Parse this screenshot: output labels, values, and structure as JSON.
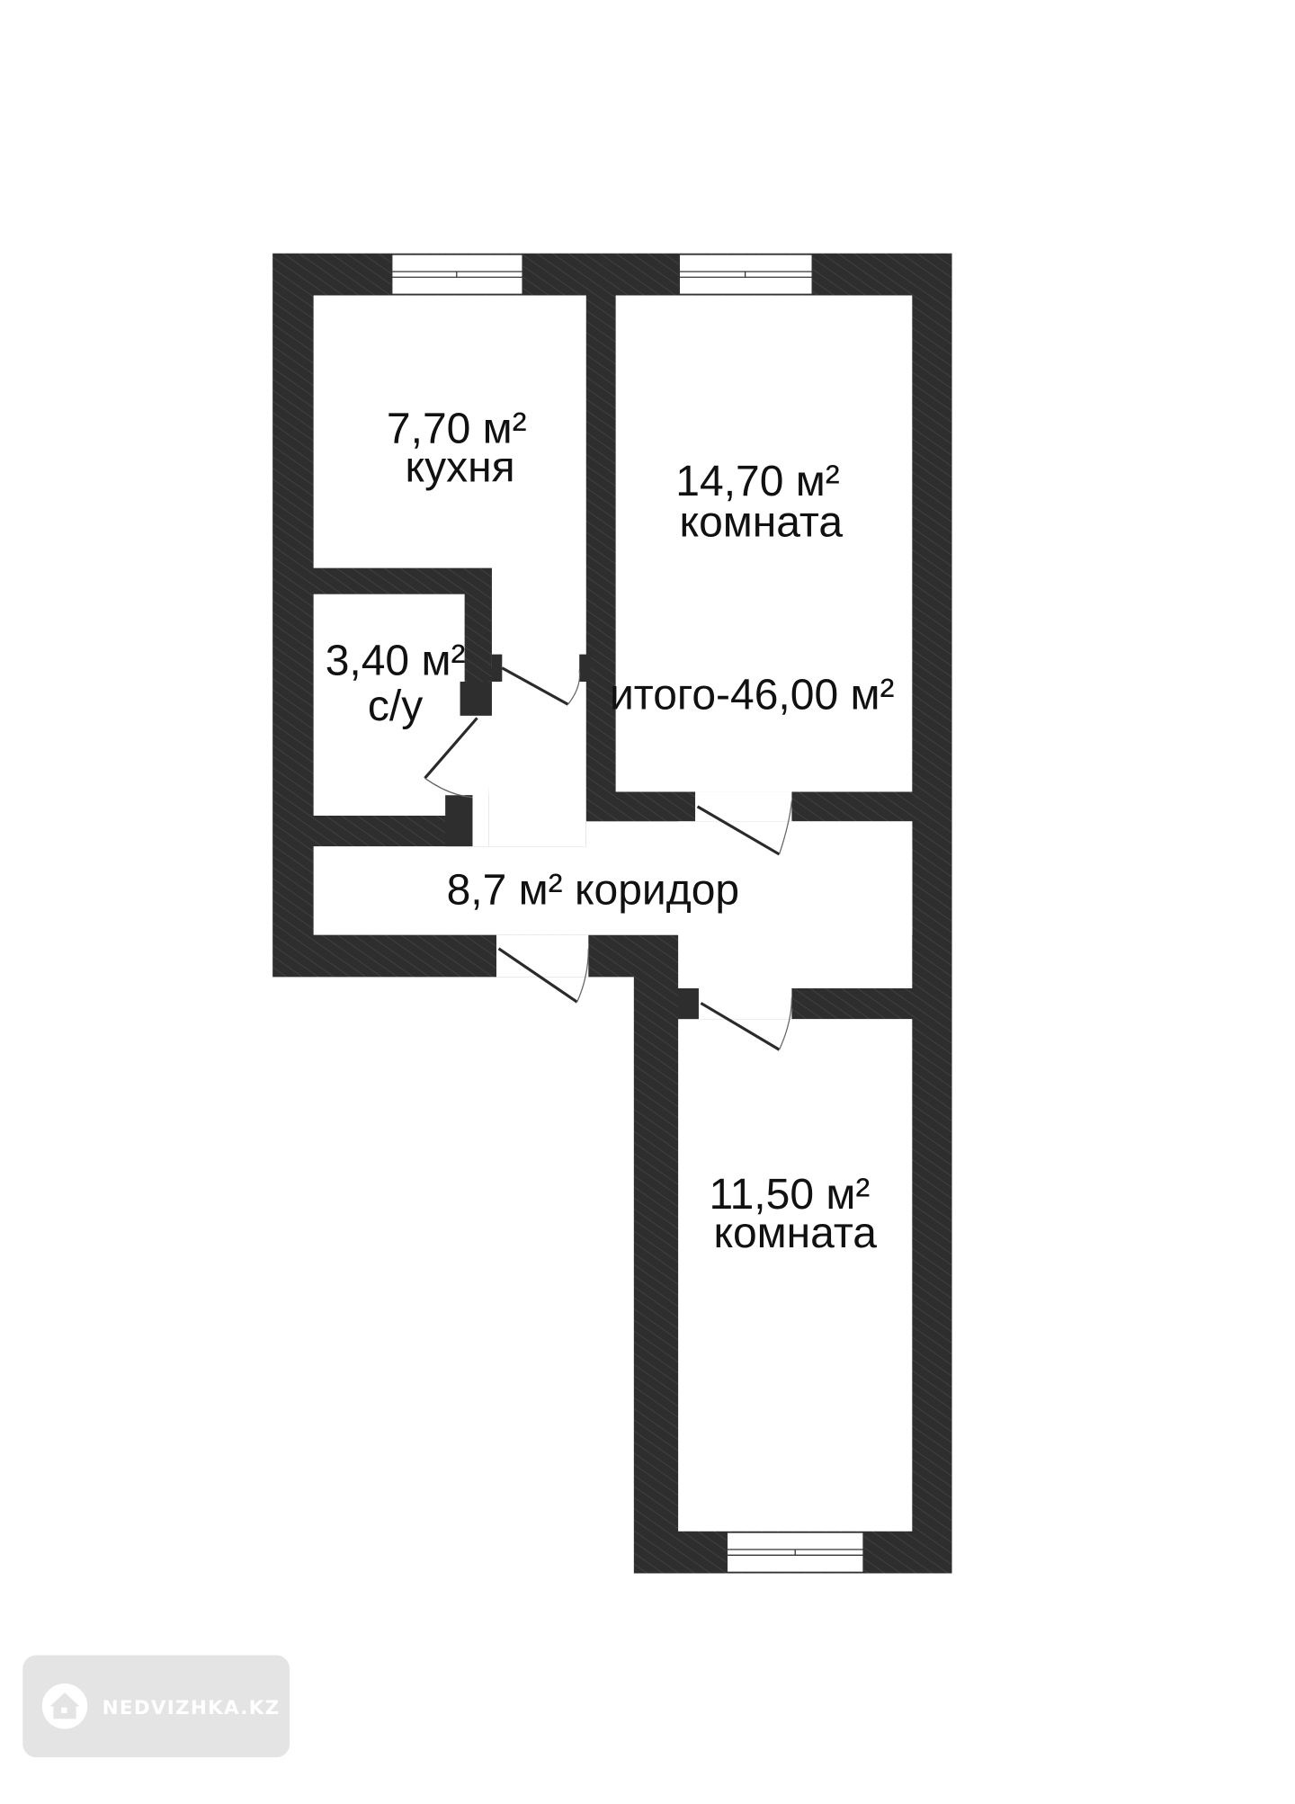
{
  "plan": {
    "rooms": [
      {
        "id": "kitchen",
        "area": "7,70 м²",
        "name": "кухня"
      },
      {
        "id": "room-large",
        "area": "14,70 м²",
        "name": "комната"
      },
      {
        "id": "bathroom",
        "area": "3,40 м²",
        "name": "с/у"
      },
      {
        "id": "corridor",
        "area": "8,7 м² коридор"
      },
      {
        "id": "room-small",
        "area": "11,50 м²",
        "name": "комната"
      }
    ],
    "total": "итого-46,00 м²"
  },
  "watermark": {
    "text": "NEDVIZHKA.KZ",
    "icon": "house-icon"
  },
  "colors": {
    "wall": "#2e2e2e",
    "hatch": "#555555",
    "watermark_bg": "#e4e4e4"
  }
}
